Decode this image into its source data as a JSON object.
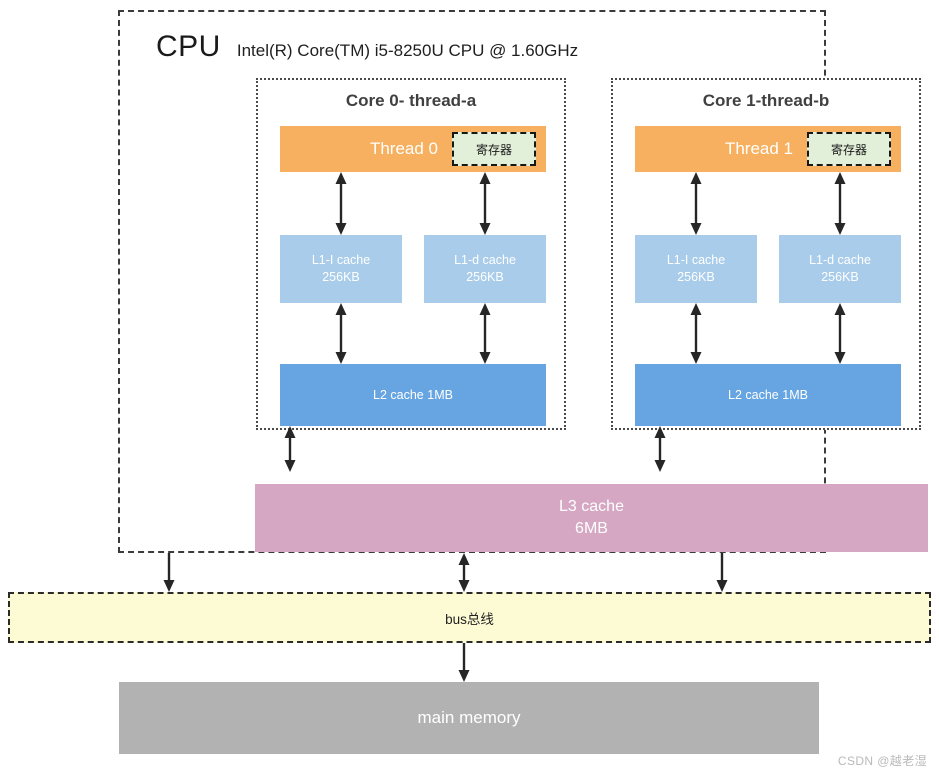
{
  "diagram": {
    "cpu": {
      "title": "CPU",
      "model": "Intel(R) Core(TM) i5-8250U CPU @ 1.60GHz",
      "cores": [
        {
          "title": "Core 0- thread-a",
          "thread_label": "Thread 0",
          "register_label": "寄存器",
          "l1i_name": "L1-I cache",
          "l1i_size": "256KB",
          "l1d_name": "L1-d cache",
          "l1d_size": "256KB",
          "l2_label": "L2 cache 1MB"
        },
        {
          "title": "Core 1-thread-b",
          "thread_label": "Thread 1",
          "register_label": "寄存器",
          "l1i_name": "L1-I cache",
          "l1i_size": "256KB",
          "l1d_name": "L1-d cache",
          "l1d_size": "256KB",
          "l2_label": "L2 cache 1MB"
        }
      ],
      "l3_name": "L3 cache",
      "l3_size": "6MB"
    },
    "bus_label": "bus总线",
    "memory_label": "main memory",
    "watermark": "CSDN @越老湿",
    "colors": {
      "thread_bar": "#F7B05F",
      "register_fill": "#E2F0D9",
      "l1_cache": "#A8CCE9",
      "l2_cache": "#66A5E2",
      "l3_cache": "#D5A7C3",
      "bus_fill": "#FCFBD4",
      "memory_fill": "#B2B2B2",
      "border_dark": "#3b3b3b",
      "arrow": "#262626"
    }
  }
}
